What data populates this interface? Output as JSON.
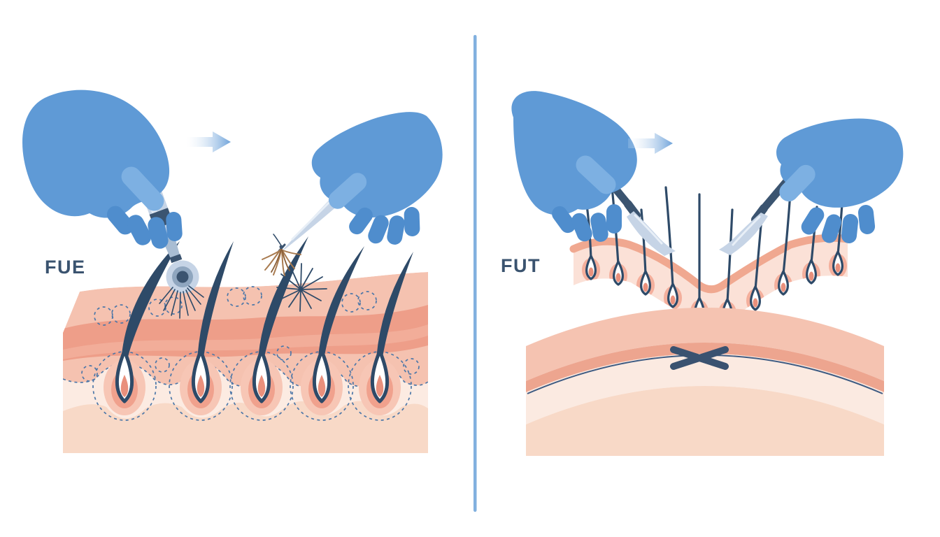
{
  "panels": [
    {
      "id": "fue",
      "label": "FUE"
    },
    {
      "id": "fut",
      "label": "FUT"
    }
  ],
  "counts": {
    "fue_scalp_follicles": 5,
    "fue_dashed_follicular_units": 5,
    "fut_strip_follicles": 10,
    "gloved_hands": 4,
    "transfer_arrows": 2
  },
  "colors": {
    "background": "#FFFFFF",
    "divider": "#73A7DB",
    "label": "#3A536F",
    "glove": "#5F9AD6",
    "glove_shadow": "#4F8DCD",
    "glove_highlight": "#7DB0E2",
    "hair": "#2E4A68",
    "dashed_line": "#4C77A8",
    "steel_light": "#C6D4E6",
    "steel_mid": "#A9BDD3",
    "steel_highlight": "#E8EFF7",
    "punch_mid": "#8FA6BF",
    "tool_dark": "#3B5470",
    "arrow": "#6FA3DA",
    "skin_top": "#F5C2B0",
    "dermis": "#EE9E89",
    "dermis_light": "#F2AF9C",
    "subcutis": "#FCEBE2",
    "skin_deep": "#F8D9C7",
    "halo_outer": "#F7C6B5",
    "halo_inner": "#F0A18D",
    "follicle_flame": "#E9907C",
    "strip_body": "#FBE1D7",
    "strip_edge": "#F0A890",
    "strip_halo": "#F4AF9C",
    "donor_top": "#F5C3B1",
    "donor_salmon": "#EDA58F",
    "donor_cream": "#FBEAE1",
    "donor_deep": "#F8D9C7",
    "incision": "#3E5B82",
    "suture": "#3A5270",
    "graft": "#A97B50",
    "graft_dark": "#8A5F38"
  }
}
